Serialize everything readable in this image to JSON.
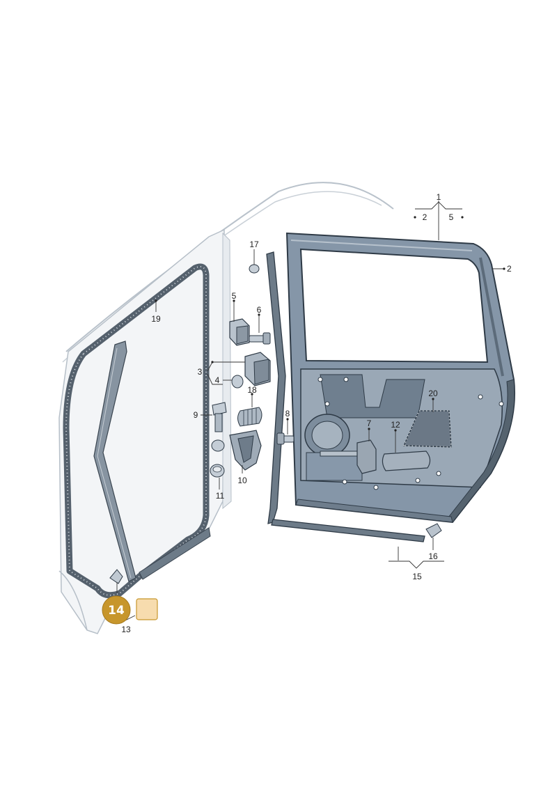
{
  "callouts": {
    "c1": "1",
    "c1a": "2",
    "c1b": "5",
    "c2": "2",
    "c3": "3",
    "c4": "4",
    "c5": "5",
    "c6": "6",
    "c7": "7",
    "c8": "8",
    "c9": "9",
    "c10": "10",
    "c11": "11",
    "c12": "12",
    "c13": "13",
    "c14": "14",
    "c15": "15",
    "c16": "16",
    "c17": "17",
    "c18": "18",
    "c19": "19",
    "c20": "20"
  },
  "highlight": {
    "part": "14",
    "badge_color": "#c7962c",
    "swatch_color": "#f7dcae"
  },
  "colors": {
    "door_fill": "#8a9aab",
    "door_dark": "#4e5c6a",
    "body_fill": "#f2f4f6",
    "seal_fill": "#6d7b88",
    "line": "#3a4550"
  }
}
